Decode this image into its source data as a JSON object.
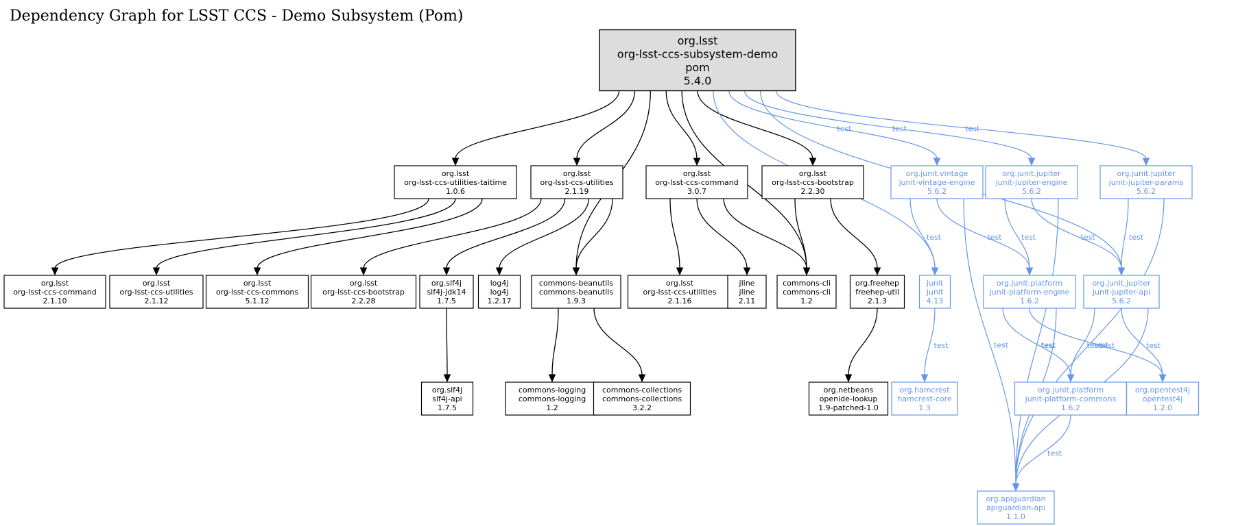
{
  "title": "Dependency Graph for LSST CCS - Demo Subsystem (Pom)",
  "colors": {
    "compile": "#000000",
    "test": "#6495ed",
    "root_fill": "#dddddd"
  },
  "edge_label_test": "test",
  "root": {
    "group": "org.lsst",
    "artifact": "org-lsst-ccs-subsystem-demo",
    "packaging": "pom",
    "version": "5.4.0"
  },
  "nodes": {
    "taitime": {
      "group": "org.lsst",
      "artifact": "org-lsst-ccs-utilities-taitime",
      "version": "1.0.6",
      "scope": "compile"
    },
    "utilities2119": {
      "group": "org.lsst",
      "artifact": "org-lsst-ccs-utilities",
      "version": "2.1.19",
      "scope": "compile"
    },
    "command307": {
      "group": "org.lsst",
      "artifact": "org-lsst-ccs-command",
      "version": "3.0.7",
      "scope": "compile"
    },
    "bootstrap2230": {
      "group": "org.lsst",
      "artifact": "org-lsst-ccs-bootstrap",
      "version": "2.2.30",
      "scope": "compile"
    },
    "vintage": {
      "group": "org.junit.vintage",
      "artifact": "junit-vintage-engine",
      "version": "5.6.2",
      "scope": "test"
    },
    "jupiterEngine": {
      "group": "org.junit.jupiter",
      "artifact": "junit-jupiter-engine",
      "version": "5.6.2",
      "scope": "test"
    },
    "jupiterParams": {
      "group": "org.junit.jupiter",
      "artifact": "junit-jupiter-params",
      "version": "5.6.2",
      "scope": "test"
    },
    "command2110": {
      "group": "org.lsst",
      "artifact": "org-lsst-ccs-command",
      "version": "2.1.10",
      "scope": "compile"
    },
    "utilities2112": {
      "group": "org.lsst",
      "artifact": "org-lsst-ccs-utilities",
      "version": "2.1.12",
      "scope": "compile"
    },
    "commons5112": {
      "group": "org.lsst",
      "artifact": "org-lsst-ccs-commons",
      "version": "5.1.12",
      "scope": "compile"
    },
    "bootstrap2228": {
      "group": "org.lsst",
      "artifact": "org-lsst-ccs-bootstrap",
      "version": "2.2.28",
      "scope": "compile"
    },
    "slf4jJdk14": {
      "group": "org.slf4j",
      "artifact": "slf4j-jdk14",
      "version": "1.7.5",
      "scope": "compile"
    },
    "log4j": {
      "group": "log4j",
      "artifact": "log4j",
      "version": "1.2.17",
      "scope": "compile"
    },
    "beanutils": {
      "group": "commons-beanutils",
      "artifact": "commons-beanutils",
      "version": "1.9.3",
      "scope": "compile"
    },
    "utilities2116": {
      "group": "org.lsst",
      "artifact": "org-lsst-ccs-utilities",
      "version": "2.1.16",
      "scope": "compile"
    },
    "jline": {
      "group": "jline",
      "artifact": "jline",
      "version": "2.11",
      "scope": "compile"
    },
    "commonsCli": {
      "group": "commons-cli",
      "artifact": "commons-cli",
      "version": "1.2",
      "scope": "compile"
    },
    "freehep": {
      "group": "org.freehep",
      "artifact": "freehep-util",
      "version": "2.1.3",
      "scope": "compile"
    },
    "junit": {
      "group": "junit",
      "artifact": "junit",
      "version": "4.13",
      "scope": "test"
    },
    "platformEngine": {
      "group": "org.junit.platform",
      "artifact": "junit-platform-engine",
      "version": "1.6.2",
      "scope": "test"
    },
    "jupiterApi": {
      "group": "org.junit.jupiter",
      "artifact": "junit-jupiter-api",
      "version": "5.6.2",
      "scope": "test"
    },
    "slf4jApi": {
      "group": "org.slf4j",
      "artifact": "slf4j-api",
      "version": "1.7.5",
      "scope": "compile"
    },
    "logging": {
      "group": "commons-logging",
      "artifact": "commons-logging",
      "version": "1.2",
      "scope": "compile"
    },
    "collections": {
      "group": "commons-collections",
      "artifact": "commons-collections",
      "version": "3.2.2",
      "scope": "compile"
    },
    "openide": {
      "group": "org.netbeans",
      "artifact": "openide-lookup",
      "version": "1.9-patched-1.0",
      "scope": "compile"
    },
    "hamcrest": {
      "group": "org.hamcrest",
      "artifact": "hamcrest-core",
      "version": "1.3",
      "scope": "test"
    },
    "platformCommons": {
      "group": "org.junit.platform",
      "artifact": "junit-platform-commons",
      "version": "1.6.2",
      "scope": "test"
    },
    "opentest4j": {
      "group": "org.opentest4j",
      "artifact": "opentest4j",
      "version": "1.2.0",
      "scope": "test"
    },
    "apiguardian": {
      "group": "org.apiguardian",
      "artifact": "apiguardian-api",
      "version": "1.1.0",
      "scope": "test"
    }
  },
  "edges": [
    {
      "from": "root",
      "to": "taitime",
      "scope": "compile"
    },
    {
      "from": "root",
      "to": "utilities2119",
      "scope": "compile"
    },
    {
      "from": "root",
      "to": "beanutils",
      "scope": "compile"
    },
    {
      "from": "root",
      "to": "command307",
      "scope": "compile"
    },
    {
      "from": "root",
      "to": "commonsCli",
      "scope": "compile"
    },
    {
      "from": "root",
      "to": "bootstrap2230",
      "scope": "compile"
    },
    {
      "from": "root",
      "to": "junit",
      "scope": "test"
    },
    {
      "from": "root",
      "to": "vintage",
      "scope": "test"
    },
    {
      "from": "root",
      "to": "jupiterEngine",
      "scope": "test"
    },
    {
      "from": "root",
      "to": "jupiterApi",
      "scope": "test"
    },
    {
      "from": "root",
      "to": "jupiterParams",
      "scope": "test"
    },
    {
      "from": "taitime",
      "to": "command2110",
      "scope": "compile"
    },
    {
      "from": "taitime",
      "to": "utilities2112",
      "scope": "compile"
    },
    {
      "from": "taitime",
      "to": "commons5112",
      "scope": "compile"
    },
    {
      "from": "utilities2119",
      "to": "bootstrap2228",
      "scope": "compile"
    },
    {
      "from": "utilities2119",
      "to": "slf4jJdk14",
      "scope": "compile"
    },
    {
      "from": "utilities2119",
      "to": "log4j",
      "scope": "compile"
    },
    {
      "from": "utilities2119",
      "to": "beanutils",
      "scope": "compile"
    },
    {
      "from": "command307",
      "to": "utilities2116",
      "scope": "compile"
    },
    {
      "from": "command307",
      "to": "jline",
      "scope": "compile"
    },
    {
      "from": "command307",
      "to": "commonsCli",
      "scope": "compile"
    },
    {
      "from": "bootstrap2230",
      "to": "commonsCli",
      "scope": "compile"
    },
    {
      "from": "bootstrap2230",
      "to": "freehep",
      "scope": "compile"
    },
    {
      "from": "slf4jJdk14",
      "to": "slf4jApi",
      "scope": "compile"
    },
    {
      "from": "beanutils",
      "to": "logging",
      "scope": "compile"
    },
    {
      "from": "beanutils",
      "to": "collections",
      "scope": "compile"
    },
    {
      "from": "freehep",
      "to": "openide",
      "scope": "compile"
    },
    {
      "from": "vintage",
      "to": "junit",
      "scope": "test"
    },
    {
      "from": "vintage",
      "to": "platformEngine",
      "scope": "test"
    },
    {
      "from": "vintage",
      "to": "apiguardian",
      "scope": "test"
    },
    {
      "from": "jupiterEngine",
      "to": "platformEngine",
      "scope": "test"
    },
    {
      "from": "jupiterEngine",
      "to": "jupiterApi",
      "scope": "test"
    },
    {
      "from": "jupiterEngine",
      "to": "apiguardian",
      "scope": "test"
    },
    {
      "from": "jupiterParams",
      "to": "jupiterApi",
      "scope": "test"
    },
    {
      "from": "jupiterParams",
      "to": "apiguardian",
      "scope": "test"
    },
    {
      "from": "junit",
      "to": "hamcrest",
      "scope": "test"
    },
    {
      "from": "platformEngine",
      "to": "platformCommons",
      "scope": "test"
    },
    {
      "from": "platformEngine",
      "to": "opentest4j",
      "scope": "test"
    },
    {
      "from": "platformEngine",
      "to": "apiguardian",
      "scope": "test"
    },
    {
      "from": "jupiterApi",
      "to": "platformCommons",
      "scope": "test"
    },
    {
      "from": "jupiterApi",
      "to": "opentest4j",
      "scope": "test"
    },
    {
      "from": "jupiterApi",
      "to": "apiguardian",
      "scope": "test"
    },
    {
      "from": "platformCommons",
      "to": "apiguardian",
      "scope": "test"
    }
  ]
}
